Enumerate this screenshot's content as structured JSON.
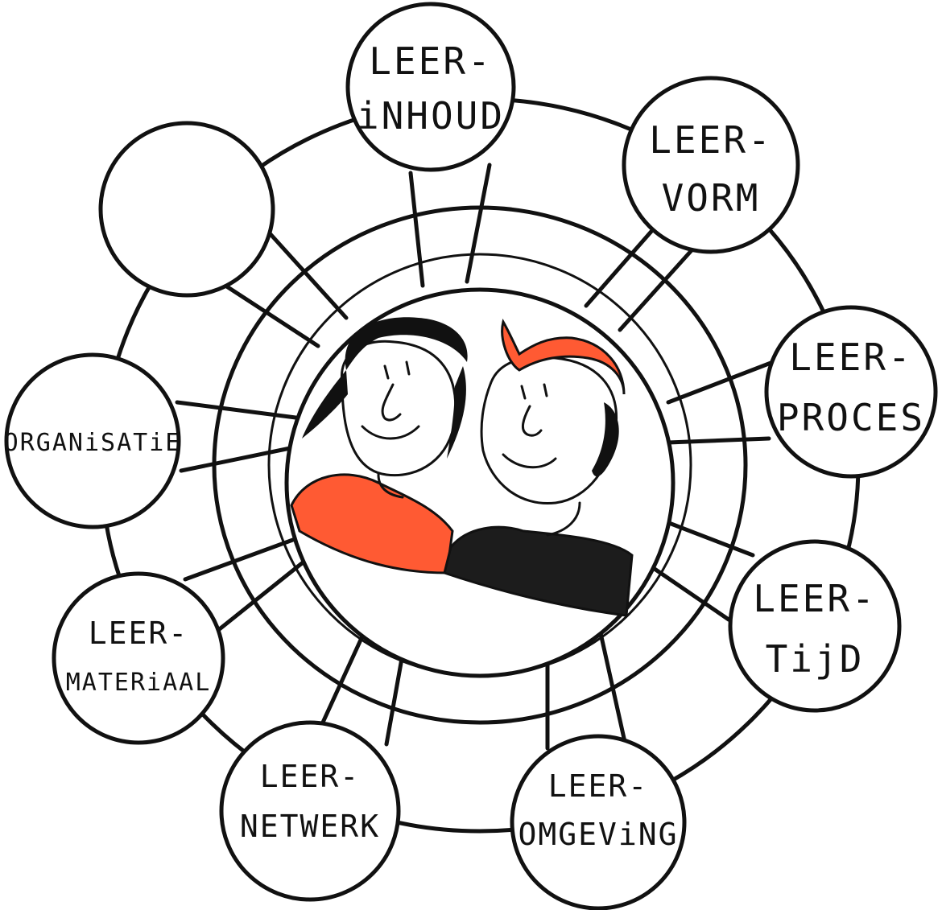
{
  "colors": {
    "accent": "#ff5a33",
    "ink": "#111111",
    "shirt_dark": "#1c1c1c",
    "background": "#ffffff"
  },
  "nodes": [
    {
      "id": "leerinhoud",
      "lines": [
        "LEER-",
        "iNHOUD"
      ]
    },
    {
      "id": "leervorm",
      "lines": [
        "LEER-",
        "VORM"
      ]
    },
    {
      "id": "leerproces",
      "lines": [
        "LEER-",
        "PROCES"
      ]
    },
    {
      "id": "leertijd",
      "lines": [
        "LEER-",
        "TijD"
      ]
    },
    {
      "id": "leeromgeving",
      "lines": [
        "LEER-",
        "OMGEViNG"
      ]
    },
    {
      "id": "leernetwerk",
      "lines": [
        "LEER-",
        "NETWERK"
      ]
    },
    {
      "id": "leermateriaal",
      "lines": [
        "LEER-",
        "MATERiAAL"
      ]
    },
    {
      "id": "organisatie",
      "lines": [
        "ORGANiSATiE"
      ]
    },
    {
      "id": "empty",
      "lines": []
    }
  ],
  "center": {
    "icon": "two-people-icon"
  }
}
